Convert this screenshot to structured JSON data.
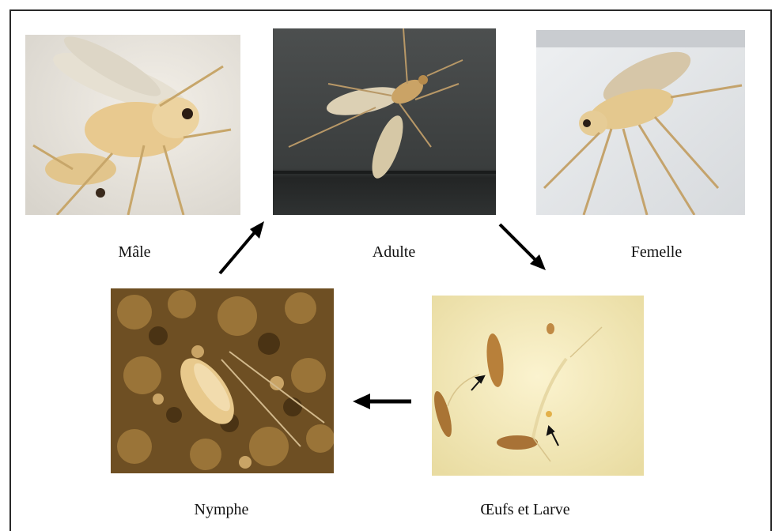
{
  "figure": {
    "stages": [
      {
        "id": "male",
        "label": "Mâle"
      },
      {
        "id": "adult",
        "label": "Adulte"
      },
      {
        "id": "female",
        "label": "Femelle"
      },
      {
        "id": "pupa",
        "label": "Nymphe"
      },
      {
        "id": "eggs_larva",
        "label": "Œufs et Larve"
      }
    ],
    "cycle_order": [
      "adult",
      "eggs_larva",
      "pupa",
      "adult"
    ],
    "colors": {
      "frame": "#2a2a2a",
      "arrow": "#000000",
      "caption": "#111111"
    }
  }
}
